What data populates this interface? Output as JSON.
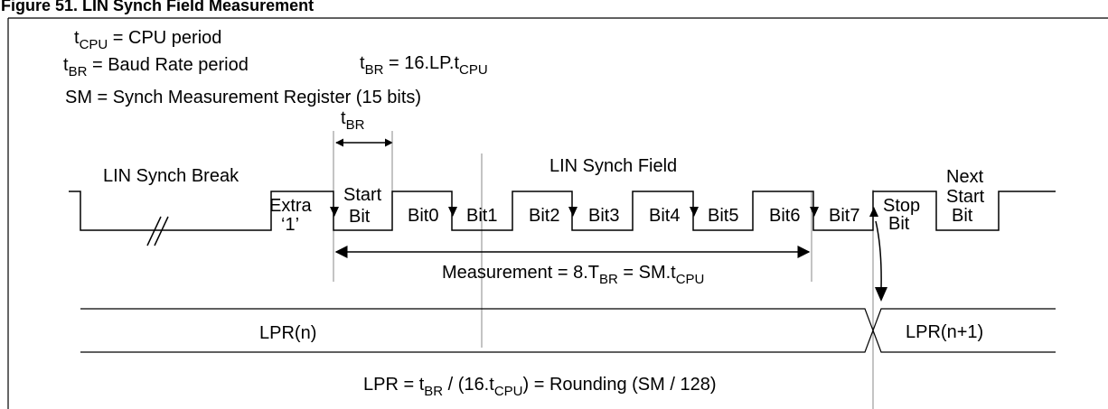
{
  "title": "Figure 51. LIN Synch Field Measurement",
  "legend": {
    "tcpu_main": "t",
    "tcpu_sub": "CPU",
    "tcpu_rest": " = CPU period",
    "tbr_main": "t",
    "tbr_sub": "BR",
    "tbr_rest": " = Baud Rate period",
    "tbr_eq_main": "t",
    "tbr_eq_sub": "BR",
    "tbr_eq_rest": " = 16.LP.t",
    "tbr_eq_sub2": "CPU",
    "sm_def": "SM = Synch Measurement Register (15 bits)"
  },
  "tbr_arrow_label_main": "t",
  "tbr_arrow_label_sub": "BR",
  "labels": {
    "break": "LIN Synch Break",
    "field": "LIN Synch Field",
    "next_line1": "Next",
    "next_line2": "Start",
    "next_line3": "Bit",
    "extra_line1": "Extra",
    "extra_line2": "‘1’",
    "start_line1": "Start",
    "start_line2": "Bit",
    "stop_line1": "Stop",
    "stop_line2": "Bit",
    "bits": [
      "Bit0",
      "Bit1",
      "Bit2",
      "Bit3",
      "Bit4",
      "Bit5",
      "Bit6",
      "Bit7"
    ]
  },
  "measurement": {
    "prefix": "Measurement = 8.T",
    "sub1": "BR",
    "mid": " = SM.t",
    "sub2": "CPU"
  },
  "lpr": {
    "current": "LPR(n)",
    "next": "LPR(n+1)",
    "formula_a": "LPR = t",
    "formula_sub1": "BR",
    "formula_b": " / (16.t",
    "formula_sub2": "CPU",
    "formula_c": ") = Rounding (SM / 128)"
  }
}
